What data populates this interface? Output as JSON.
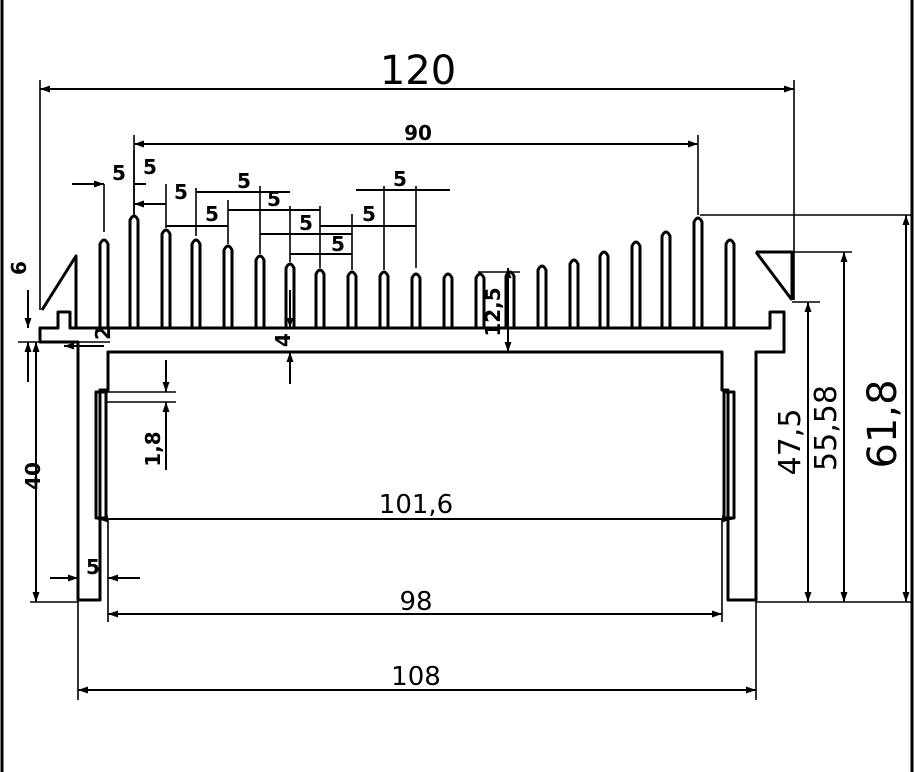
{
  "drawing": {
    "dimensions": {
      "overall_width": "120",
      "fin_span": "90",
      "fin_pitch": "5",
      "base_width": "108",
      "inner_width": "98",
      "slot_width": "101,6",
      "wall": "5",
      "height_total": "61,8",
      "height_mid": "55,58",
      "height_low": "47,5",
      "height_40": "40",
      "six": "6",
      "two": "2",
      "four": "4",
      "fin_12_5": "12,5",
      "slot_1_8": "1,8"
    },
    "colors": {
      "line": "#000000",
      "background": "#ffffff"
    }
  }
}
